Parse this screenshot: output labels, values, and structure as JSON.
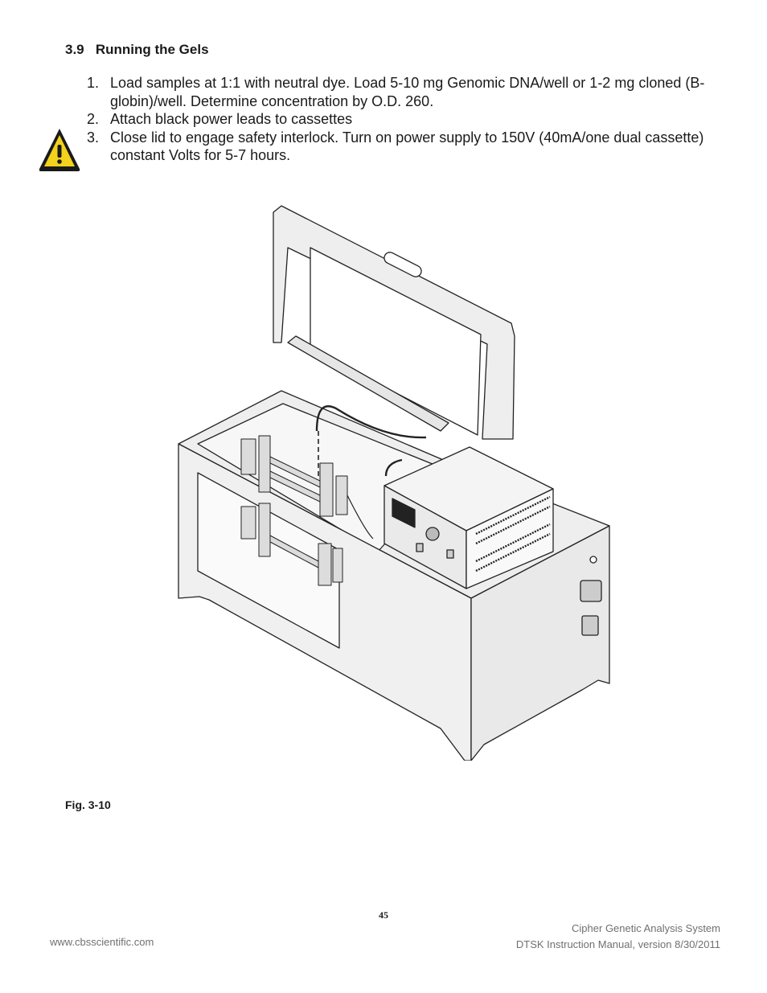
{
  "section": {
    "number": "3.9",
    "title": "Running the Gels"
  },
  "steps": [
    {
      "num": "1.",
      "text": "Load samples at 1:1 with neutral dye.  Load 5-10 mg Genomic DNA/well or 1-2 mg cloned (B-globin)/well.  Determine concentration by O.D. 260."
    },
    {
      "num": "2.",
      "text": "Attach black power leads to cassettes"
    },
    {
      "num": "3.",
      "text": "Close lid to engage safety interlock.  Turn on power supply to 150V (40mA/one dual cassette) constant Volts for 5-7 hours."
    }
  ],
  "warning_icon": "warning-triangle-icon",
  "figure": {
    "caption": "Fig. 3-10"
  },
  "footer": {
    "page_number": "45",
    "website": "www.cbsscientific.com",
    "system_name": "Cipher Genetic Analysis System",
    "manual_version": "DTSK Instruction Manual, version 8/30/2011"
  },
  "colors": {
    "warning_fill": "#f2d21c",
    "warning_border": "#1a1a1a",
    "figure_fill": "#eeeeee",
    "footer_text": "#707070"
  }
}
